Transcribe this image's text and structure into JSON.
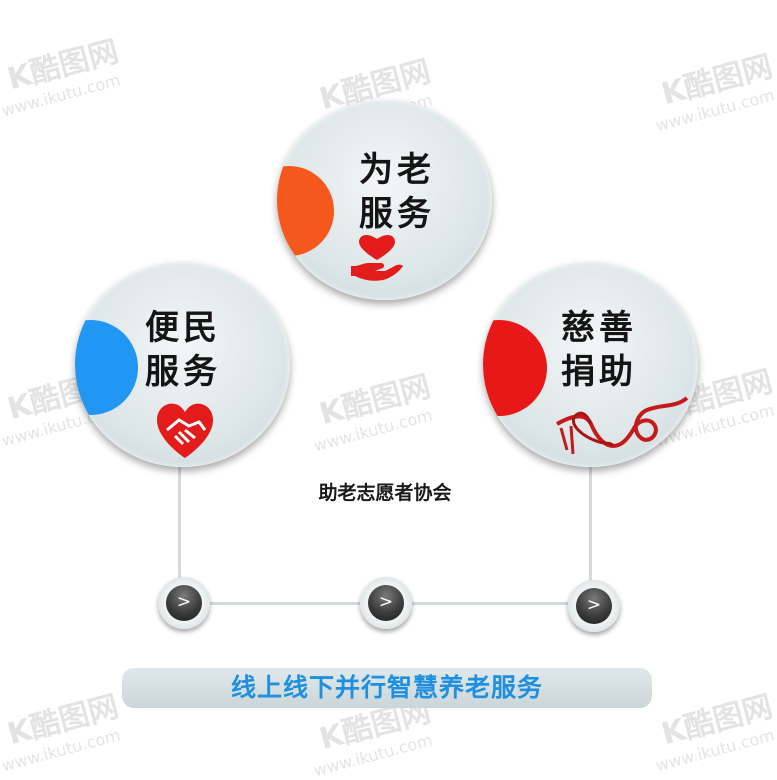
{
  "circles": {
    "top": {
      "line1": "为老",
      "line2": "服务",
      "icon": "heart-in-hand-icon",
      "accent": "#f5581c"
    },
    "left": {
      "line1": "便民",
      "line2": "服务",
      "icon": "handshake-heart-icon",
      "accent": "#2196f3"
    },
    "right": {
      "line1": "慈善",
      "line2": "捐助",
      "icon": "ribbon-heart-icon",
      "accent": "#e81818"
    }
  },
  "center_label": "助老志愿者协会",
  "nav_buttons": [
    ">",
    ">",
    ">"
  ],
  "banner": "线上线下并行智慧养老服务",
  "colors": {
    "banner_text": "#1f8fe0",
    "icon_red": "#e31b1b"
  },
  "watermark": {
    "logo": "K酷图网",
    "url": "www.ikutu.com"
  }
}
